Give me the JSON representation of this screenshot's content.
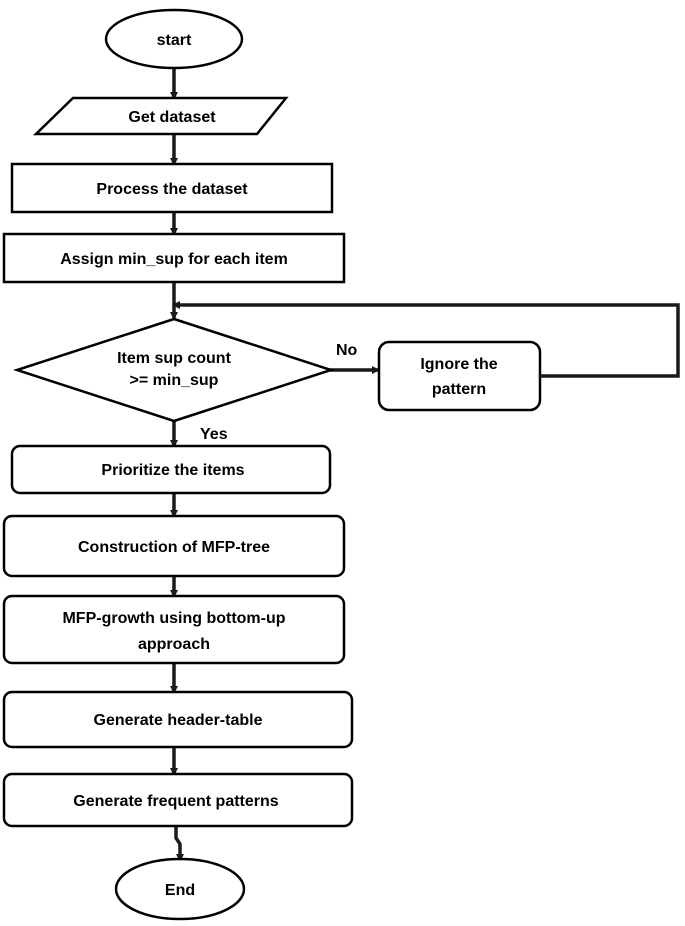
{
  "diagram": {
    "nodes": {
      "start": "start",
      "get_dataset": "Get dataset",
      "process_dataset": "Process the dataset",
      "assign_min_sup": "Assign min_sup for each item",
      "decision_line1": "Item sup count",
      "decision_line2": ">= min_sup",
      "ignore_line1": "Ignore the",
      "ignore_line2": "pattern",
      "prioritize": "Prioritize the items",
      "construct_tree": "Construction of MFP-tree",
      "growth_line1": "MFP-growth using bottom-up",
      "growth_line2": "approach",
      "header_table": "Generate header-table",
      "frequent_patterns": "Generate frequent patterns",
      "end": "End"
    },
    "edge_labels": {
      "no": "No",
      "yes": "Yes"
    }
  }
}
